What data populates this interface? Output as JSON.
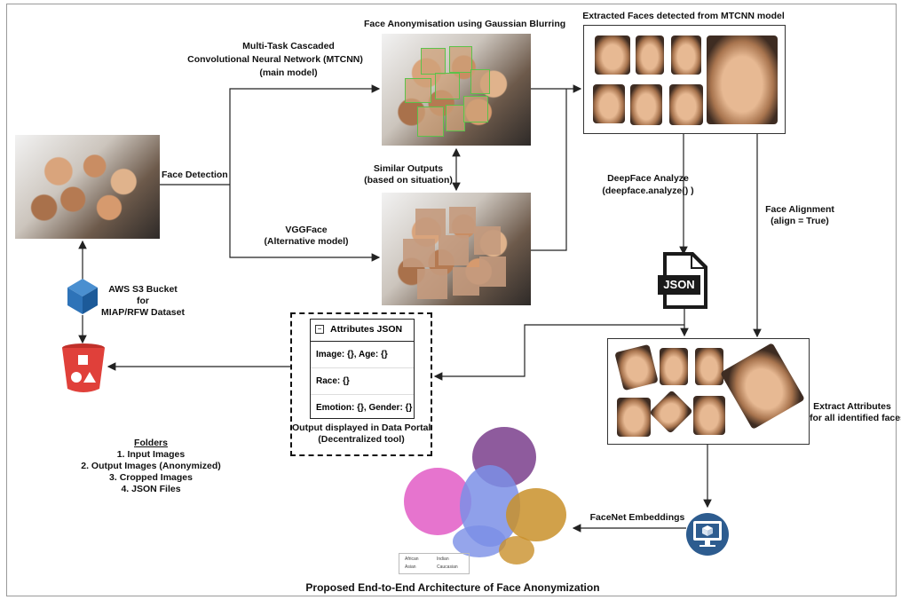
{
  "title": "Proposed End-to-End Architecture of Face Anonymization",
  "labels": {
    "face_detection": "Face Detection",
    "mtcnn_line1": "Multi-Task Cascaded",
    "mtcnn_line2": "Convolutional Neural Network (MTCNN)",
    "mtcnn_line3": "(main model)",
    "anonymisation": "Face Anonymisation using Gaussian Blurring",
    "similar_line1": "Similar Outputs",
    "similar_line2": "(based on situation)",
    "vgg_line1": "VGGFace",
    "vgg_line2": "(Alternative model)",
    "extracted": "Extracted Faces detected from MTCNN model",
    "deepface_line1": "DeepFace Analyze",
    "deepface_line2": "(deepface.analyze() )",
    "alignment_line1": "Face Alignment",
    "alignment_line2": "(align = True)",
    "json_icon": "JSON",
    "extract_attr_line1": "Extract Attributes",
    "extract_attr_line2": "for all identified faces",
    "facenet": "FaceNet Embeddings",
    "s3_line1": "AWS S3 Bucket",
    "s3_line2": "for",
    "s3_line3": "MIAP/RFW Dataset",
    "portal_line1": "Output displayed in Data Portal",
    "portal_line2": "(Decentralized tool)"
  },
  "attributes_json": {
    "title": "Attributes JSON",
    "rows": [
      "Image: {}, Age: {}",
      "Race: {}",
      "Emotion: {}, Gender: {}"
    ]
  },
  "folders": {
    "heading": "Folders",
    "items": [
      "1. Input Images",
      "2. Output Images (Anonymized)",
      "3. Cropped Images",
      "4. JSON Files"
    ]
  },
  "legend": {
    "items": [
      "African",
      "Indian",
      "Asian",
      "Caucasian"
    ]
  },
  "icons": {
    "s3_cube": "aws-cube-icon",
    "bucket": "s3-bucket-icon",
    "json_file": "json-file-icon",
    "facenet": "monitor-cube-icon"
  },
  "colors": {
    "cluster_pink": "#e25cc6",
    "cluster_purple": "#7a3e8c",
    "cluster_blue": "#7b8fe6",
    "cluster_gold": "#c9902a",
    "s3_red": "#e0403a",
    "aws_blue": "#2e73b8",
    "facenet_blue": "#2d5c8f",
    "blur_green": "#5cc24a"
  }
}
